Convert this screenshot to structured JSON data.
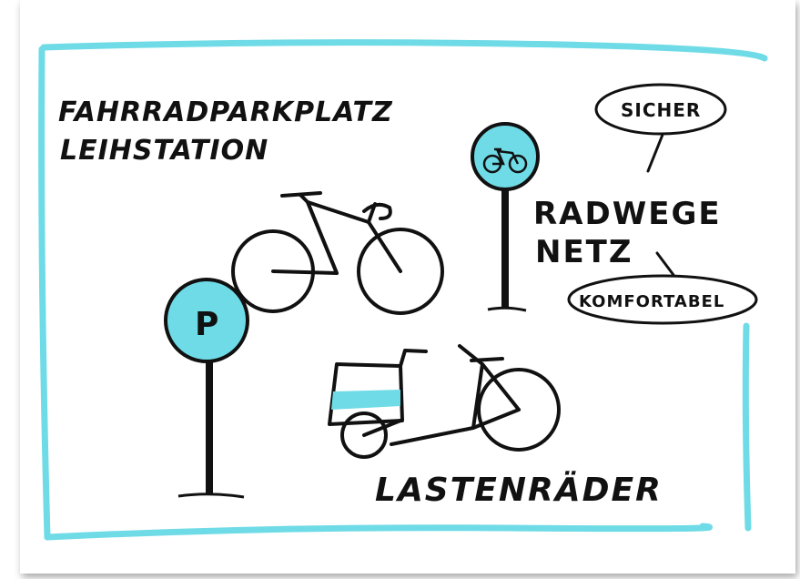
{
  "board": {
    "title_line1": "FAHRRADPARKPLATZ",
    "title_line2": "LEIHSTATION",
    "parking_sign_letter": "P",
    "network_line1": "RADWEGE",
    "network_line2": "NETZ",
    "bubble_top": "SICHER",
    "bubble_bottom": "KOMFORTABEL",
    "cargo_label": "LASTENRÄDER"
  },
  "colors": {
    "accent": "#6fdbe6",
    "ink": "#111111",
    "paper": "#ffffff"
  }
}
